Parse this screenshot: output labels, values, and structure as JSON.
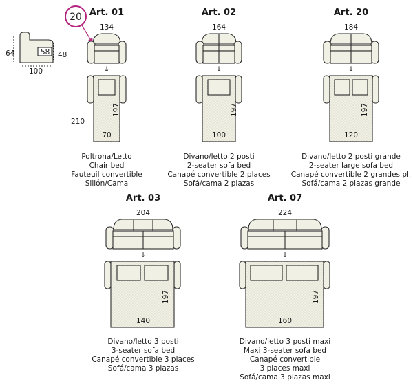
{
  "badge": {
    "number": "20",
    "color": "#b3267f"
  },
  "legend": {
    "width": "100",
    "depth": "48",
    "height": "64",
    "seat_depth": "58"
  },
  "colors": {
    "upholstery": "#f1f0e4",
    "line": "#2a2a2a",
    "accent": "#b3267f"
  },
  "items": [
    {
      "title": "Art. 01",
      "sofa_width": "134",
      "bed_length": "210",
      "mattress_length": "197",
      "mattress_width": "70",
      "captions": [
        "Poltrona/Letto",
        "Chair bed",
        "Fauteuil convertible",
        "Sillón/Cama"
      ]
    },
    {
      "title": "Art. 02",
      "sofa_width": "164",
      "mattress_length": "197",
      "mattress_width": "100",
      "captions": [
        "Divano/letto 2 posti",
        "2-seater sofa bed",
        "Canapé convertible 2 places",
        "Sofá/cama 2 plazas"
      ]
    },
    {
      "title": "Art. 20",
      "sofa_width": "184",
      "mattress_length": "197",
      "mattress_width": "120",
      "captions": [
        "Divano/letto 2 posti grande",
        "2-seater large sofa bed",
        "Canapé convertible 2 grandes pl.",
        "Sofá/cama 2 plazas grande"
      ]
    },
    {
      "title": "Art. 03",
      "sofa_width": "204",
      "mattress_length": "197",
      "mattress_width": "140",
      "captions": [
        "Divano/letto 3 posti",
        "3-seater sofa bed",
        "Canapé convertible 3 places",
        "Sofá/cama 3 plazas"
      ]
    },
    {
      "title": "Art. 07",
      "sofa_width": "224",
      "mattress_length": "197",
      "mattress_width": "160",
      "captions": [
        "Divano/letto 3 posti maxi",
        "Maxi 3-seater sofa bed",
        "Canapé convertible",
        "3 places maxi",
        "Sofá/cama 3 plazas maxi"
      ]
    }
  ]
}
